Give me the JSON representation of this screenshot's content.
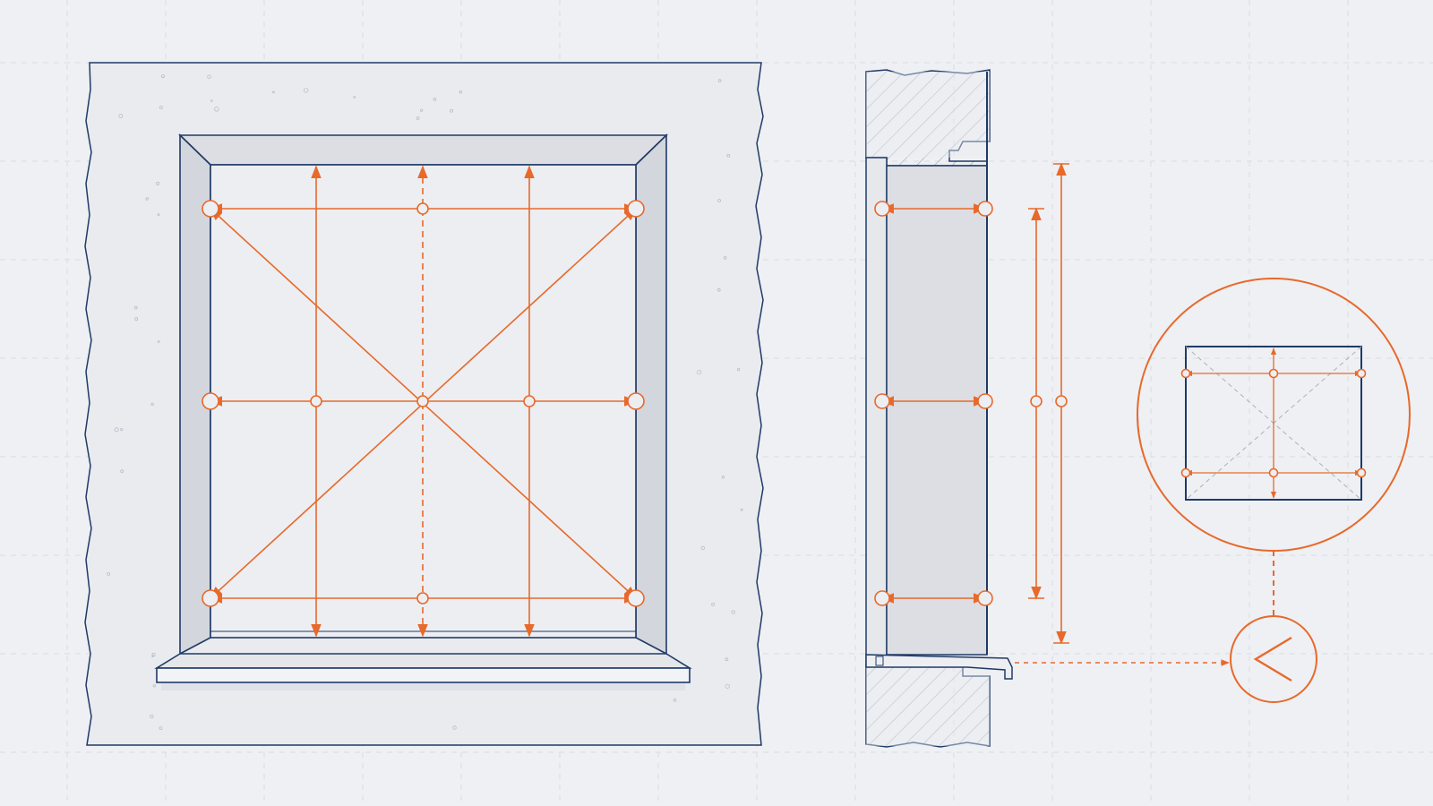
{
  "colors": {
    "background": "#eef0f4",
    "grid": "#d9dde5",
    "outline": "#1f3a66",
    "accent": "#e8692a",
    "reveal_fill": "#dcdee3",
    "wall_fill": "#e6e8ec"
  },
  "diagram": {
    "views": [
      "front-elevation",
      "side-section",
      "detail-callout"
    ],
    "front_view": {
      "measure_points": [
        "top-left",
        "top-center",
        "top-right",
        "middle-left",
        "left-third",
        "center",
        "right-third",
        "middle-right",
        "bottom-left",
        "bottom-center",
        "bottom-right"
      ],
      "diagonals": 2,
      "vertical_measure_lines": 3,
      "horizontal_measure_lines": 3
    },
    "side_view": {
      "depth_measures": 3,
      "height_measures": 2
    },
    "detail": {
      "callout_icon": "less-than-icon",
      "callout_glyph": "<"
    }
  }
}
